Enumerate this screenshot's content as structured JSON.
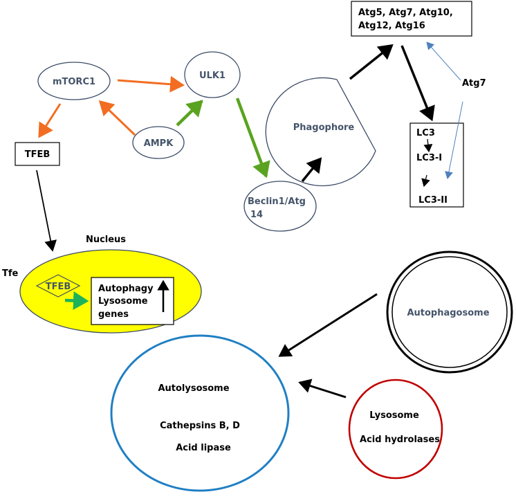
{
  "nodes": {
    "mtorc1": "mTORC1",
    "ulk1": "ULK1",
    "ampk": "AMPK",
    "tfeb": "TFEB",
    "phagophore": "Phagophore",
    "beclin_line1": "Beclin1/Atg",
    "beclin_line2": "14",
    "atg_box_line1": "Atg5, Atg7, Atg10,",
    "atg_box_line2": "Atg12, Atg16",
    "atg7": "Atg7",
    "lc3": "LC3",
    "lc3_i": "LC3-I",
    "lc3_ii": "LC3-II",
    "nucleus": "Nucleus",
    "tfe": "Tfe",
    "tfeb_inner": "TFEB",
    "genes_line1": "Autophagy",
    "genes_line2": "Lysosome",
    "genes_line3": "genes",
    "autophagosome": "Autophagosome",
    "autolysosome": "Autolysosome",
    "cathepsins": "Cathepsins B, D",
    "acid_lipase": "Acid lipase",
    "lysosome": "Lysosome",
    "acid_hydrolases": "Acid hydrolases"
  },
  "colors": {
    "orange": "#f26d21",
    "green": "#5aa320",
    "black": "#000000",
    "blue_thin": "#4f81bd",
    "node_outline": "#3a4a66",
    "nucleus_fill": "#ffff00",
    "autolysosome_ring": "#1f7fc4",
    "lysosome_ring": "#c00000",
    "tfeb_arrow": "#1db35a"
  }
}
